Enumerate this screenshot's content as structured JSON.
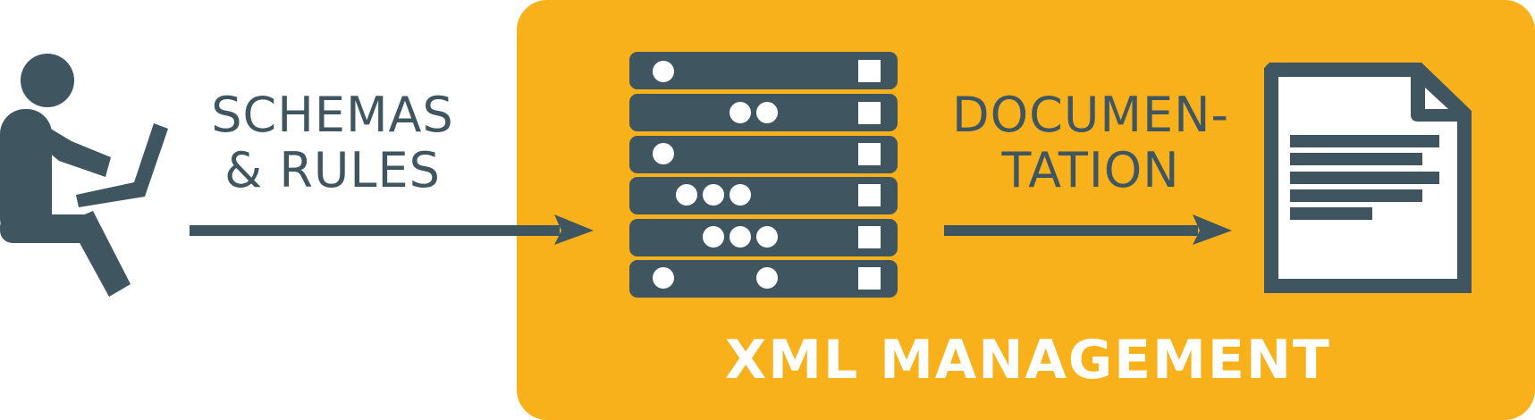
{
  "colors": {
    "primary": "#3f5660",
    "accent": "#f9b11b",
    "background": "#ffffff",
    "light": "#ffffff"
  },
  "icons": {
    "person": "person-at-laptop-icon",
    "server": "server-rack-icon",
    "document": "document-icon"
  },
  "labels": {
    "schemas_line1": "SCHEMAS",
    "schemas_line2": "& RULES",
    "documentation_line1": "DOCUMEN-",
    "documentation_line2": "TATION",
    "xml_management": "XML MANAGEMENT"
  }
}
